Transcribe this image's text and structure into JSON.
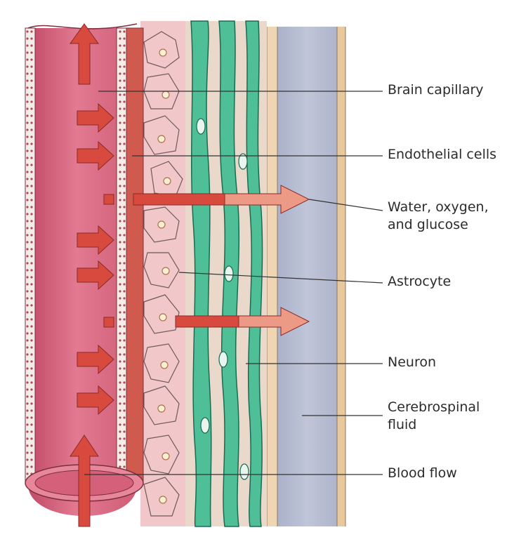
{
  "labels": {
    "brain_capillary": "Brain capillary",
    "endothelial_cells": "Endothelial cells",
    "water_oxygen_glucose_line1": "Water, oxygen,",
    "water_oxygen_glucose_line2": "and glucose",
    "astrocyte": "Astrocyte",
    "neuron": "Neuron",
    "csf_line1": "Cerebrospinal",
    "csf_line2": "fluid",
    "blood_flow": "Blood flow"
  },
  "colors": {
    "capillary_lumen": "#d9667f",
    "vessel_wall": "#e3876f",
    "endothelial_dark": "#cf5a4d",
    "astrocyte_zone": "#f2c7c9",
    "neuron_green": "#4fbf98",
    "neuron_outline": "#1c6a52",
    "pale_zone": "#ead8cb",
    "membrane_tan": "#e9c89c",
    "csf_blue": "#b5bbd0",
    "arrow_red": "#d8493e",
    "arrow_light": "#ec9a86",
    "leader_line": "#333333"
  }
}
